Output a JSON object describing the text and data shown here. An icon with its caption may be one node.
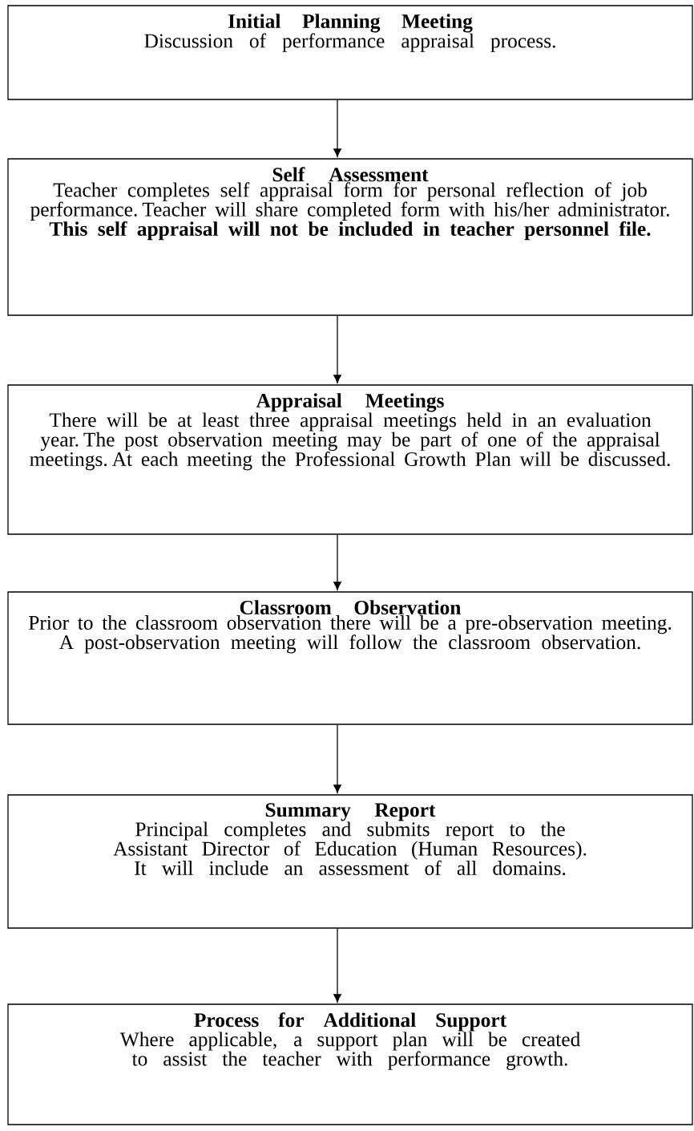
{
  "diagram": {
    "nodes": [
      {
        "text": [
          "Initial Planning Meeting",
          "Discussion of performance appraisal process."
        ]
      },
      {
        "text": [
          "Self Assessment",
          "Teacher completes self appraisal form for personal reflection of job performance. Teacher will share completed form with his/her administrator. **This self appraisal will not be included in teacher personnel file.**"
        ]
      },
      {
        "text": [
          "Appraisal Meetings",
          "There will be at least three appraisal meetings held in an evaluation year. The post observation meeting may be part of one of the appraisal meetings. At each meeting the Professional Growth Plan will be discussed."
        ]
      },
      {
        "text": [
          "Classroom Observation",
          "Prior to the classroom observation there will be a pre-observation meeting. A post-observation meeting will follow the classroom observation."
        ]
      },
      {
        "text": [
          "Summary Report",
          "Principal completes and submits report to the Assistant Director of Education (Human Resources). It will include an assessment of all domains."
        ]
      },
      {
        "text": [
          "Process for Additional Support",
          "Where applicable, a support plan will be created to assist the teacher with performance growth."
        ]
      }
    ],
    "edges": [
      {
        "from": 0,
        "to": 1,
        "arrow": "to"
      },
      {
        "from": 1,
        "to": 2,
        "arrow": "to"
      },
      {
        "from": 2,
        "to": 3,
        "arrow": "to"
      },
      {
        "from": 3,
        "to": 4,
        "arrow": "to"
      },
      {
        "from": 4,
        "to": 5,
        "arrow": "to"
      }
    ]
  }
}
